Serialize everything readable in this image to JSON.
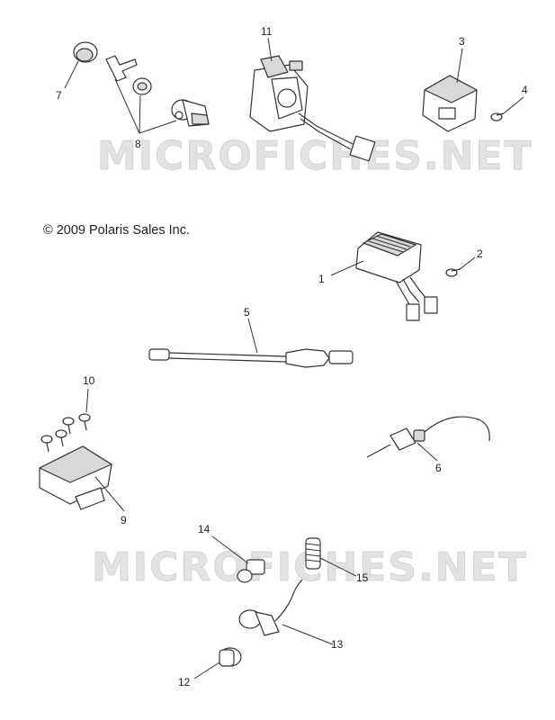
{
  "copyright": "© 2009 Polaris Sales Inc.",
  "watermark": "MICROFICHES.NET",
  "callouts": {
    "c1": "1",
    "c2": "2",
    "c3": "3",
    "c4": "4",
    "c5": "5",
    "c6": "6",
    "c7": "7",
    "c8": "8",
    "c9": "9",
    "c10": "10",
    "c11": "11",
    "c12": "12",
    "c13": "13",
    "c14": "14",
    "c15": "15"
  }
}
